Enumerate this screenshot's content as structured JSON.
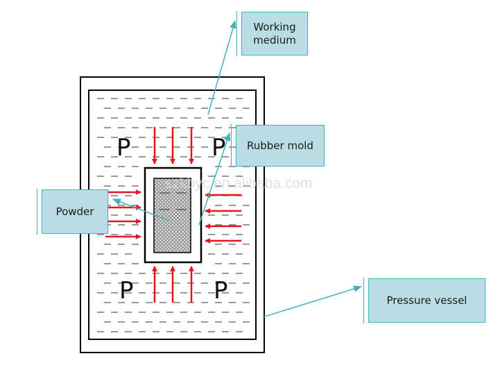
{
  "labels": {
    "working_medium": "Working\nmedium",
    "rubber_mold": "Rubber mold",
    "powder": "Powder",
    "pressure_vessel": "Pressure vessel"
  },
  "pressure_symbol": "P",
  "watermark": "szkbyc.en.alibaba.com",
  "colors": {
    "arrow": "#e8141b",
    "label_fill": "#b9dde3",
    "label_border": "#3fb2be",
    "leader_line": "#3fb2be",
    "outline": "#000000",
    "dash": "#333333"
  }
}
